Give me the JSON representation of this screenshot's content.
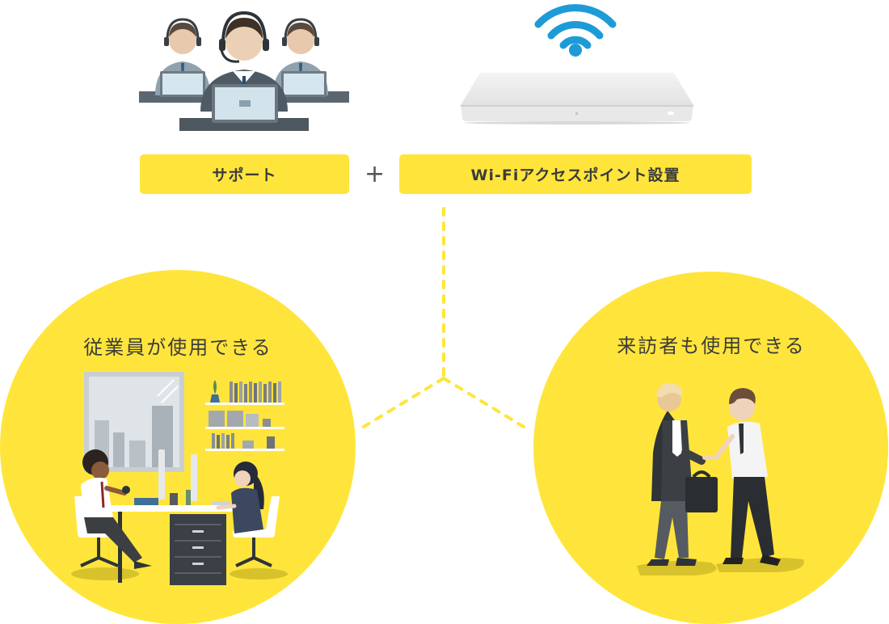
{
  "top": {
    "support_label": "サポート",
    "plus_sign": "+",
    "wifi_label": "Wi-Fiアクセスポイント設置"
  },
  "outcomes": {
    "employees_label": "従業員が使用できる",
    "visitors_label": "来訪者も使用できる"
  },
  "colors": {
    "accent_yellow": "#ffe53b",
    "wifi_blue": "#1e9bd7",
    "text_dark": "#3c3c3c"
  },
  "icons": [
    "support-agents-icon",
    "wifi-signal-icon",
    "access-point-icon",
    "office-workers-illustration",
    "visitors-illustration"
  ]
}
